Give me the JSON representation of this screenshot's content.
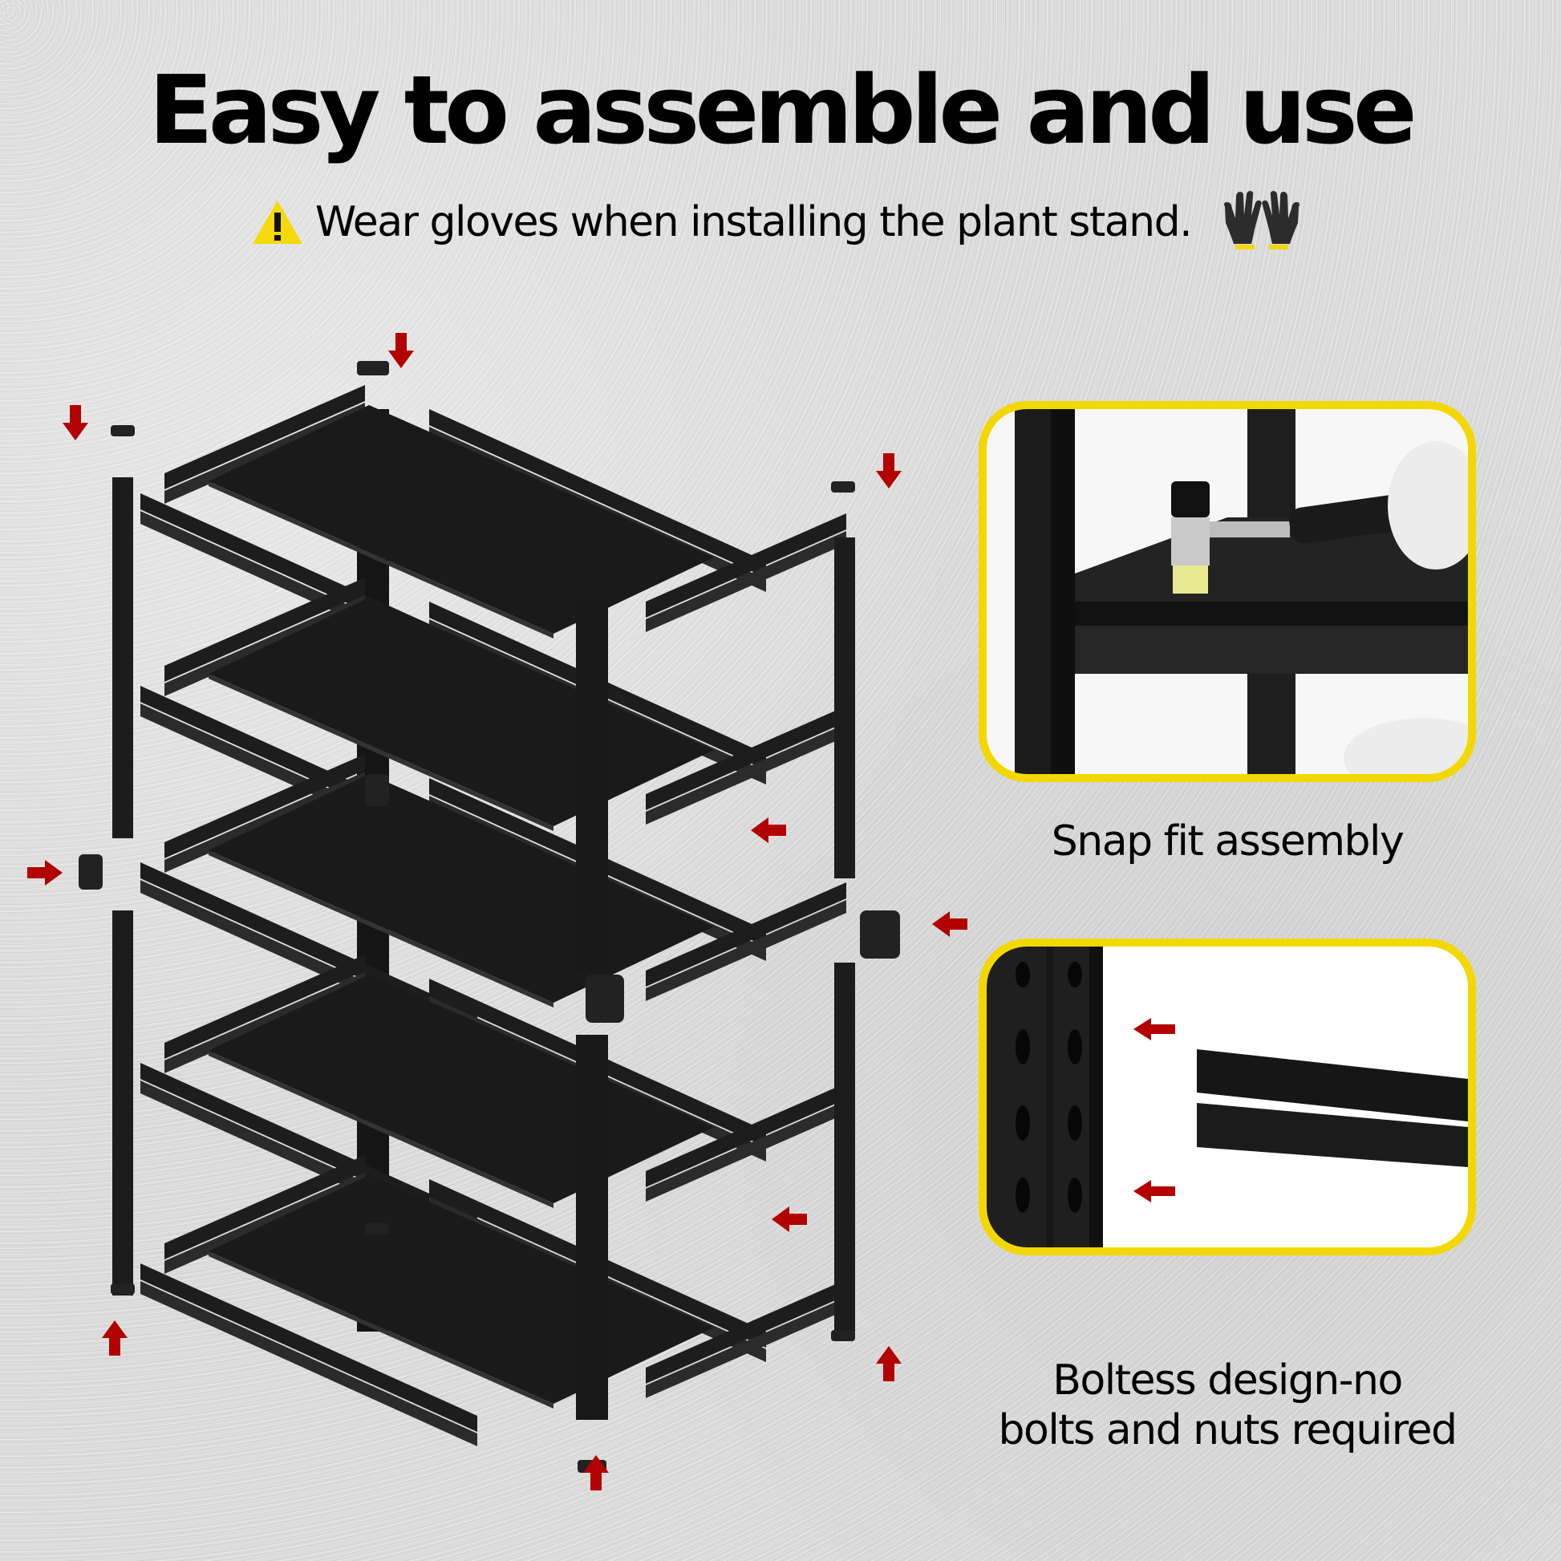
{
  "header": {
    "title": "Easy to assemble and use",
    "warning_text": "Wear gloves when installing the plant stand.",
    "warning_icon": "warning-triangle-icon",
    "gloves_icon": "gloves-icon"
  },
  "features": [
    {
      "caption": "Snap fit assembly",
      "image": "rubber-mallet-tapping-shelf-photo"
    },
    {
      "caption_line1": "Boltess design-no",
      "caption_line2": "bolts and nuts required",
      "image": "upright-with-keyhole-slots-and-beam-photo"
    }
  ],
  "diagram": {
    "description": "exploded-view-5-tier-shelving",
    "tiers": 5
  },
  "colors": {
    "accent_yellow": "#f2d800",
    "arrow_red": "#b30000",
    "metal_black": "#1b1b1b",
    "background": "#dcdcdc"
  }
}
